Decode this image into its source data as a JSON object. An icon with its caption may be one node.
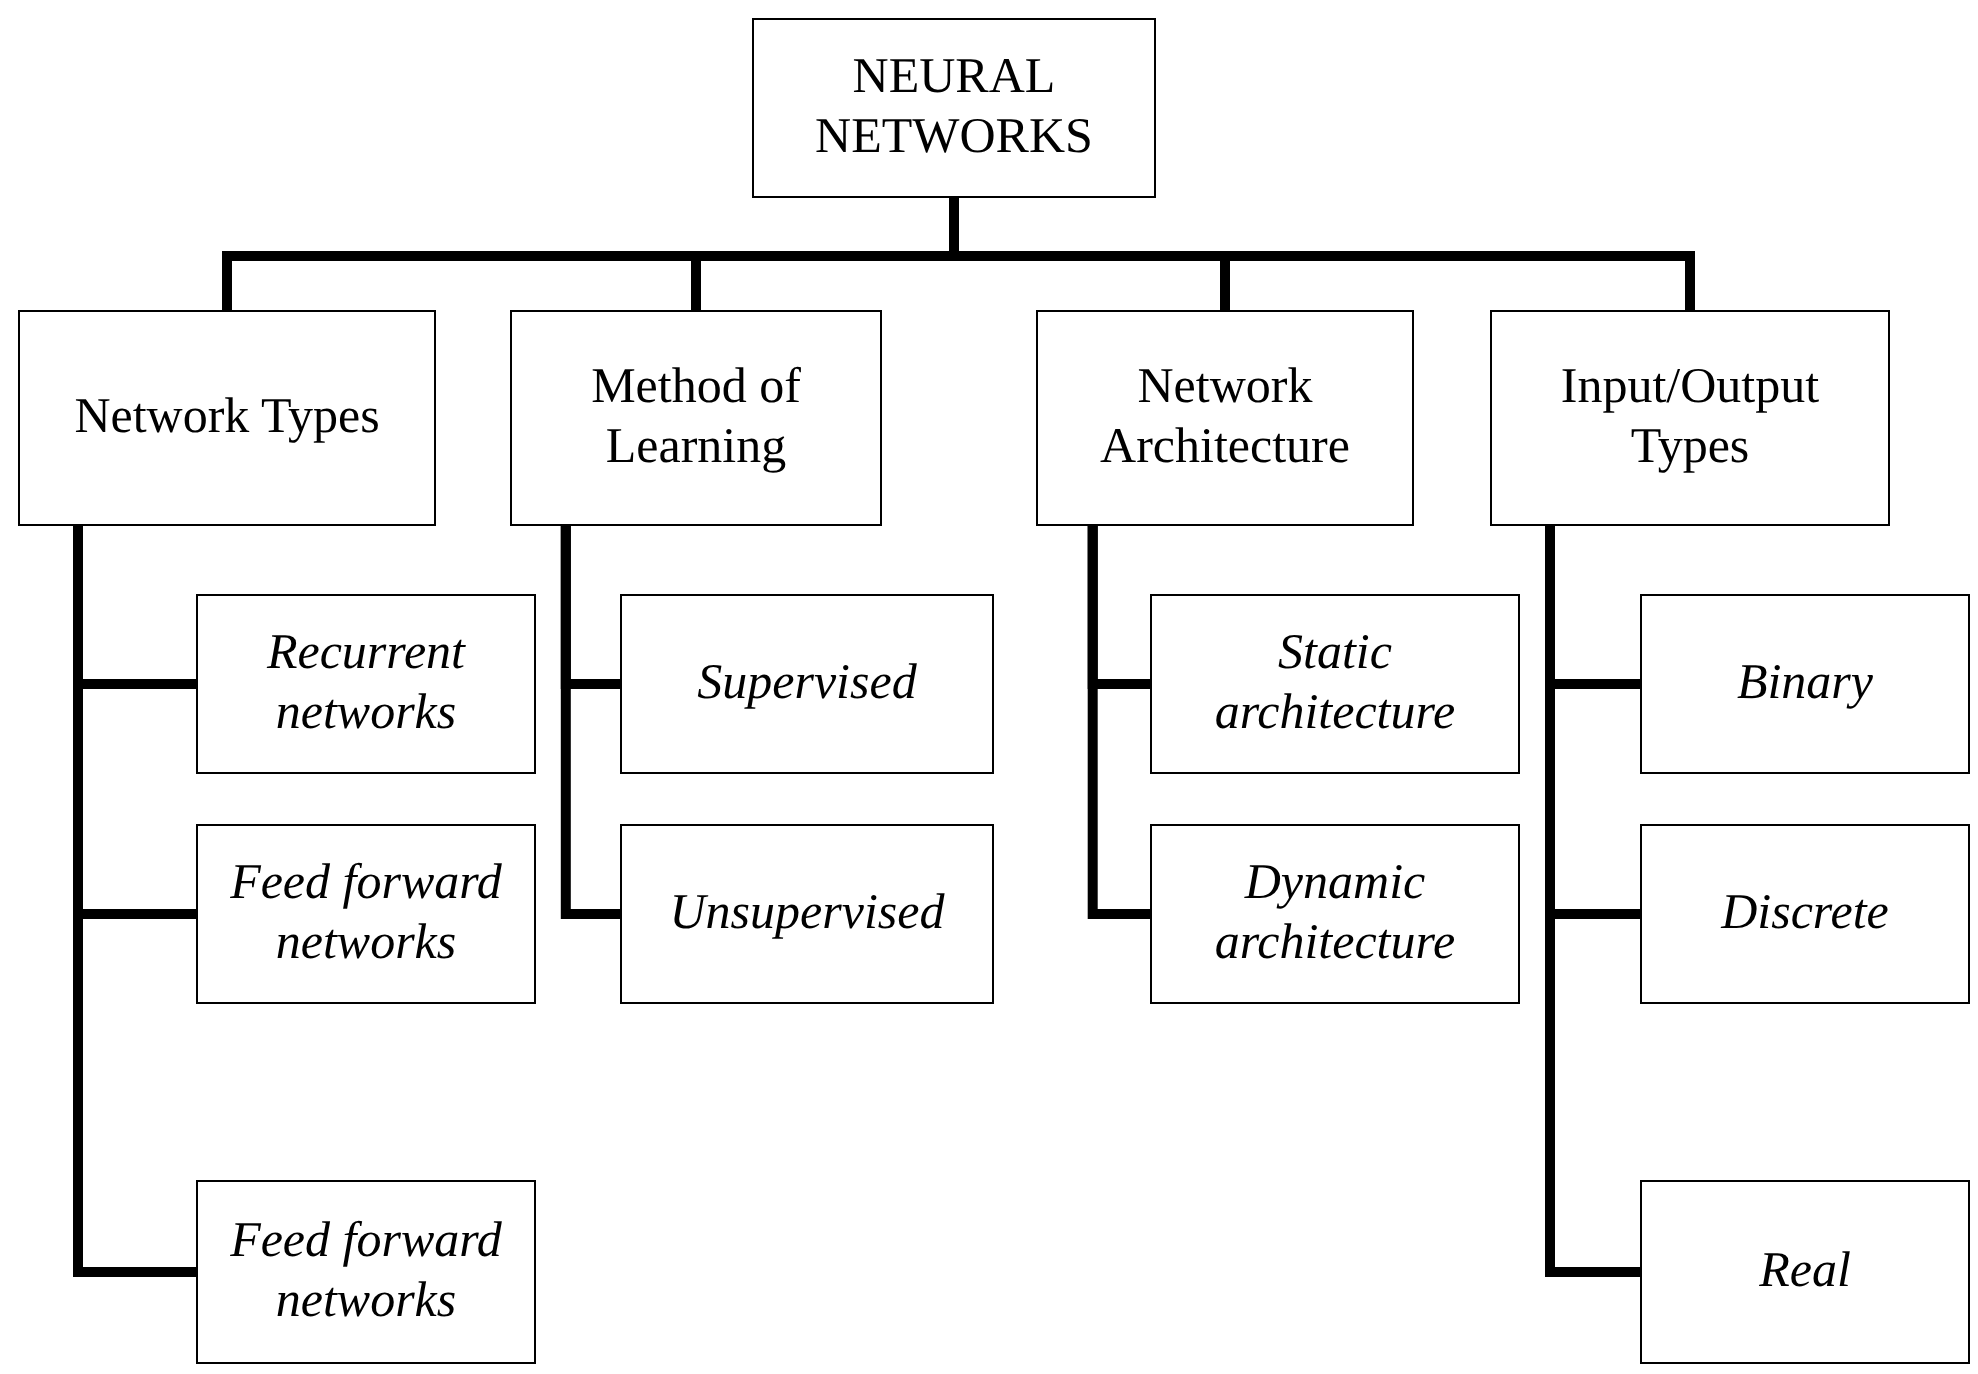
{
  "diagram": {
    "nodes": [
      {
        "text": [
          "NEURAL NETWORKS"
        ]
      },
      {
        "text": [
          "Network Types"
        ]
      },
      {
        "text": [
          "Method of Learning"
        ]
      },
      {
        "text": [
          "Network Architecture"
        ]
      },
      {
        "text": [
          "Input/Output Types"
        ]
      },
      {
        "text": [
          "Recurrent networks"
        ]
      },
      {
        "text": [
          "Feed forward networks"
        ]
      },
      {
        "text": [
          "Feed forward networks"
        ]
      },
      {
        "text": [
          "Supervised"
        ]
      },
      {
        "text": [
          "Unsupervised"
        ]
      },
      {
        "text": [
          "Static architecture"
        ]
      },
      {
        "text": [
          "Dynamic architecture"
        ]
      },
      {
        "text": [
          "Binary"
        ]
      },
      {
        "text": [
          "Discrete"
        ]
      },
      {
        "text": [
          "Real"
        ]
      }
    ],
    "edges": [
      {
        "from": 0,
        "to": 1,
        "arrow": "none"
      },
      {
        "from": 0,
        "to": 2,
        "arrow": "none"
      },
      {
        "from": 0,
        "to": 3,
        "arrow": "none"
      },
      {
        "from": 0,
        "to": 4,
        "arrow": "none"
      },
      {
        "from": 1,
        "to": 5,
        "arrow": "none"
      },
      {
        "from": 1,
        "to": 6,
        "arrow": "none"
      },
      {
        "from": 1,
        "to": 7,
        "arrow": "none"
      },
      {
        "from": 2,
        "to": 8,
        "arrow": "none"
      },
      {
        "from": 2,
        "to": 9,
        "arrow": "none"
      },
      {
        "from": 3,
        "to": 10,
        "arrow": "none"
      },
      {
        "from": 3,
        "to": 11,
        "arrow": "none"
      },
      {
        "from": 4,
        "to": 12,
        "arrow": "none"
      },
      {
        "from": 4,
        "to": 13,
        "arrow": "none"
      },
      {
        "from": 4,
        "to": 14,
        "arrow": "none"
      }
    ]
  }
}
